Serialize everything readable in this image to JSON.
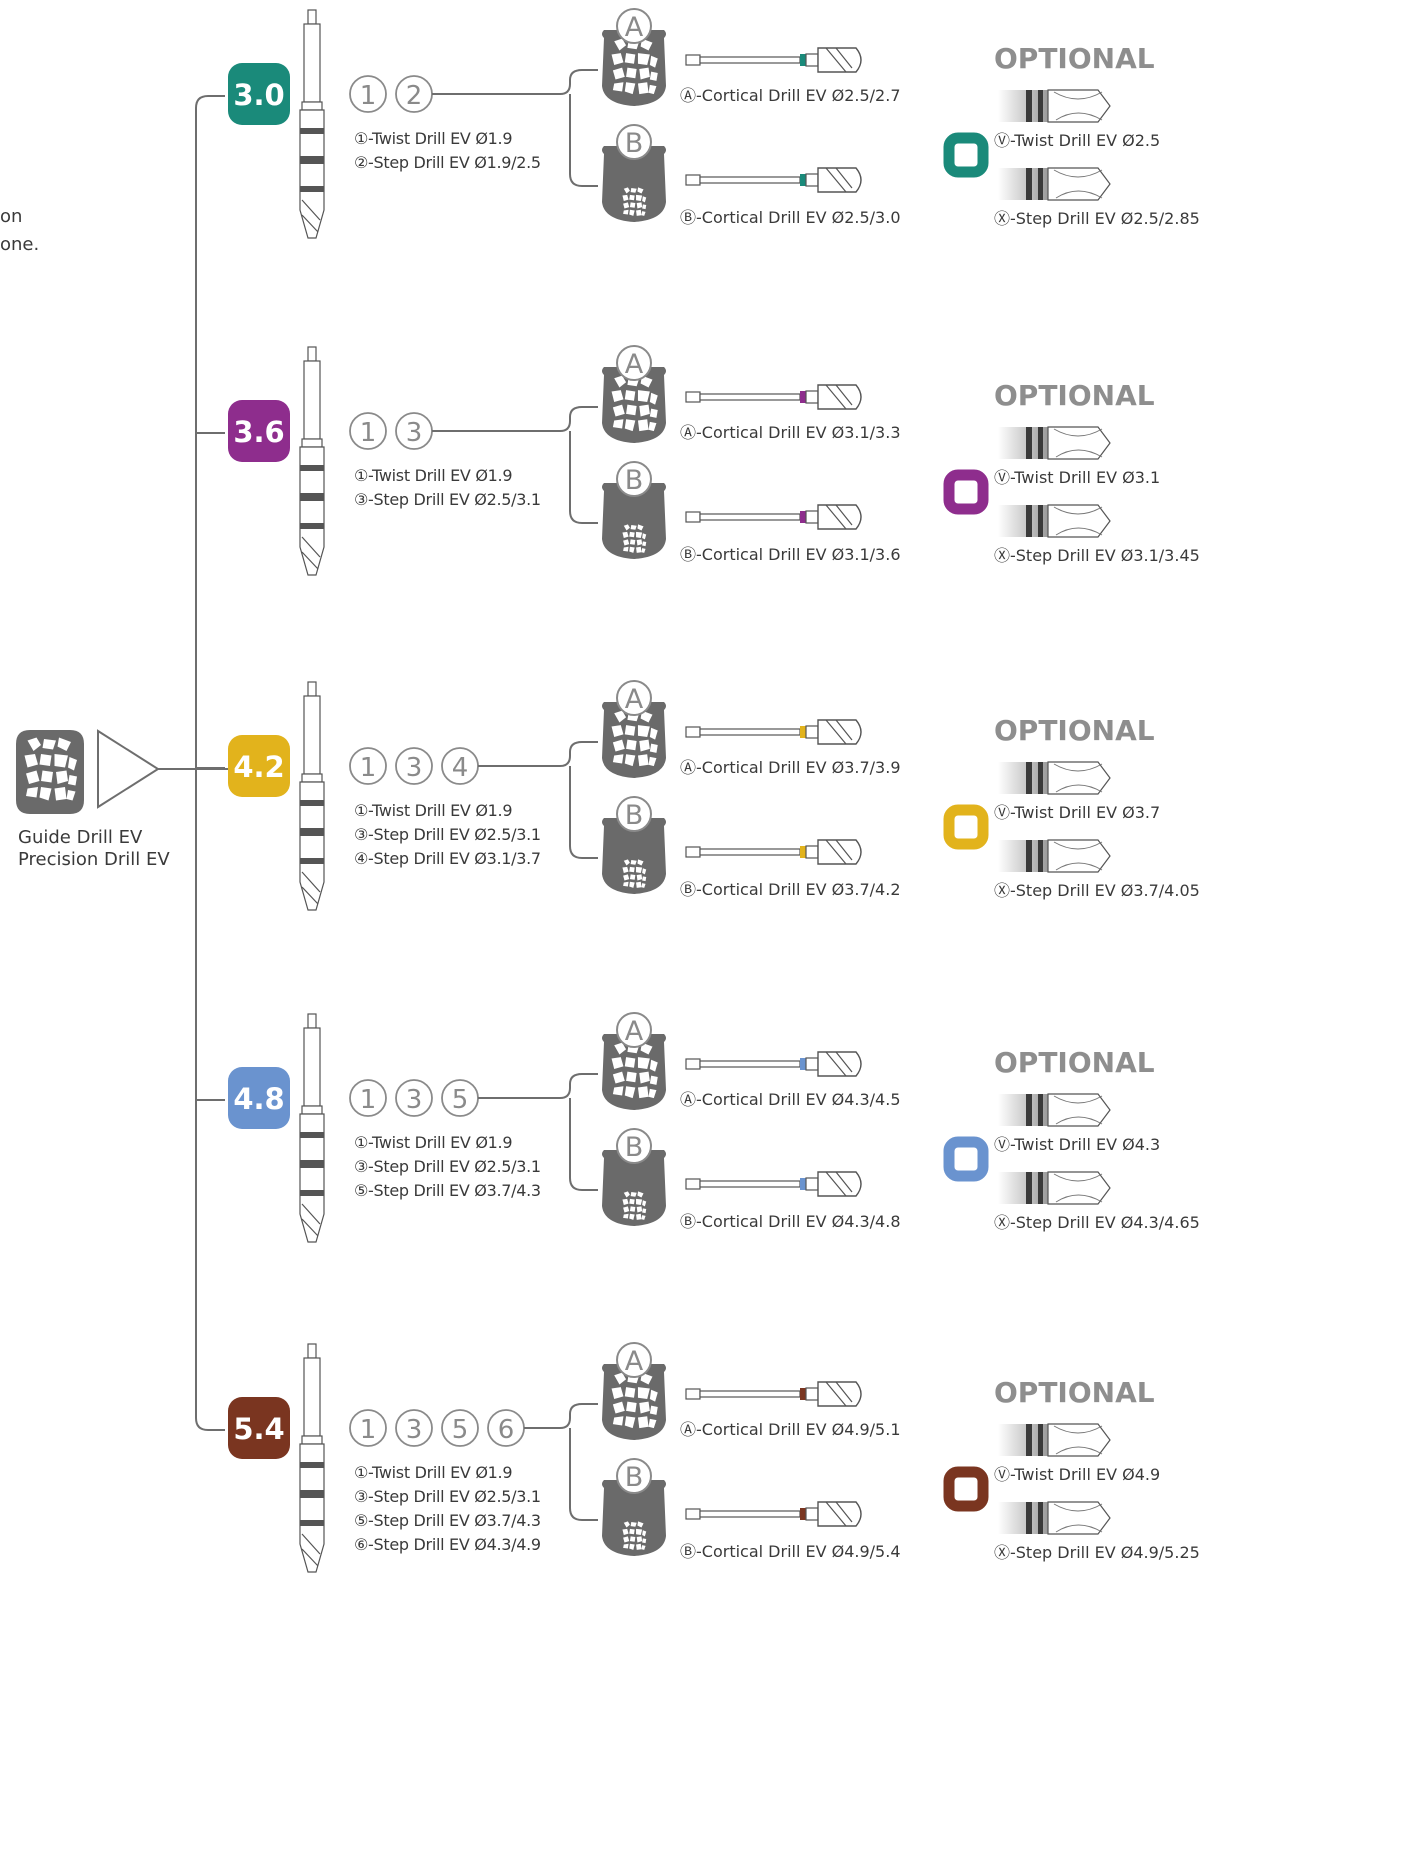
{
  "intro_fragment": {
    "line1": "on",
    "line2": "one."
  },
  "guide": {
    "line1": "Guide Drill EV",
    "line2": "Precision Drill EV"
  },
  "optional_label": "OPTIONAL",
  "diameters": [
    {
      "size": "3.0",
      "color": "#1a8a7a",
      "steps": [
        "1",
        "2"
      ],
      "legend": [
        "①-Twist Drill EV Ø1.9",
        "②-Step Drill EV Ø1.9/2.5"
      ],
      "cortical_a": "Ⓐ-Cortical Drill EV Ø2.5/2.7",
      "cortical_b": "Ⓑ-Cortical Drill EV Ø2.5/3.0",
      "optional_v": "Ⓥ-Twist Drill EV Ø2.5",
      "optional_x": "Ⓧ-Step Drill EV Ø2.5/2.85"
    },
    {
      "size": "3.6",
      "color": "#8e2d8d",
      "steps": [
        "1",
        "3"
      ],
      "legend": [
        "①-Twist Drill EV Ø1.9",
        "③-Step Drill EV Ø2.5/3.1"
      ],
      "cortical_a": "Ⓐ-Cortical Drill EV Ø3.1/3.3",
      "cortical_b": "Ⓑ-Cortical Drill EV Ø3.1/3.6",
      "optional_v": "Ⓥ-Twist Drill EV Ø3.1",
      "optional_x": "Ⓧ-Step Drill EV Ø3.1/3.45"
    },
    {
      "size": "4.2",
      "color": "#e2b31c",
      "steps": [
        "1",
        "3",
        "4"
      ],
      "legend": [
        "①-Twist Drill EV Ø1.9",
        "③-Step Drill EV Ø2.5/3.1",
        "④-Step Drill EV Ø3.1/3.7"
      ],
      "cortical_a": "Ⓐ-Cortical Drill EV Ø3.7/3.9",
      "cortical_b": "Ⓑ-Cortical Drill EV Ø3.7/4.2",
      "optional_v": "Ⓥ-Twist Drill EV Ø3.7",
      "optional_x": "Ⓧ-Step Drill EV Ø3.7/4.05"
    },
    {
      "size": "4.8",
      "color": "#6a93cf",
      "steps": [
        "1",
        "3",
        "5"
      ],
      "legend": [
        "①-Twist Drill EV Ø1.9",
        "③-Step Drill EV Ø2.5/3.1",
        "⑤-Step Drill EV Ø3.7/4.3"
      ],
      "cortical_a": "Ⓐ-Cortical Drill EV Ø4.3/4.5",
      "cortical_b": "Ⓑ-Cortical Drill EV Ø4.3/4.8",
      "optional_v": "Ⓥ-Twist Drill EV Ø4.3",
      "optional_x": "Ⓧ-Step Drill EV Ø4.3/4.65"
    },
    {
      "size": "5.4",
      "color": "#7a3520",
      "steps": [
        "1",
        "3",
        "5",
        "6"
      ],
      "legend": [
        "①-Twist Drill EV Ø1.9",
        "③-Step Drill EV Ø2.5/3.1",
        "⑤-Step Drill EV Ø3.7/4.3",
        "⑥-Step Drill EV Ø4.3/4.9"
      ],
      "cortical_a": "Ⓐ-Cortical Drill EV Ø4.9/5.1",
      "cortical_b": "Ⓑ-Cortical Drill EV Ø4.9/5.4",
      "optional_v": "Ⓥ-Twist Drill EV Ø4.9",
      "optional_x": "Ⓧ-Step Drill EV Ø4.9/5.25"
    }
  ]
}
